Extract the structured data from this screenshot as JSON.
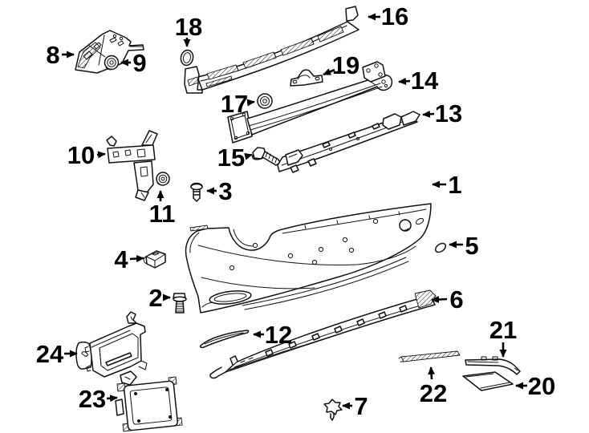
{
  "figure": {
    "type": "exploded-parts-diagram",
    "background": "#ffffff",
    "ink": "#000000"
  },
  "callouts": {
    "c1": "1",
    "c2": "2",
    "c3": "3",
    "c4": "4",
    "c5": "5",
    "c6": "6",
    "c7": "7",
    "c8": "8",
    "c9": "9",
    "c10": "10",
    "c11": "11",
    "c12": "12",
    "c13": "13",
    "c14": "14",
    "c15": "15",
    "c16": "16",
    "c17": "17",
    "c18": "18",
    "c19": "19",
    "c20": "20",
    "c21": "21",
    "c22": "22",
    "c23": "23",
    "c24": "24"
  }
}
